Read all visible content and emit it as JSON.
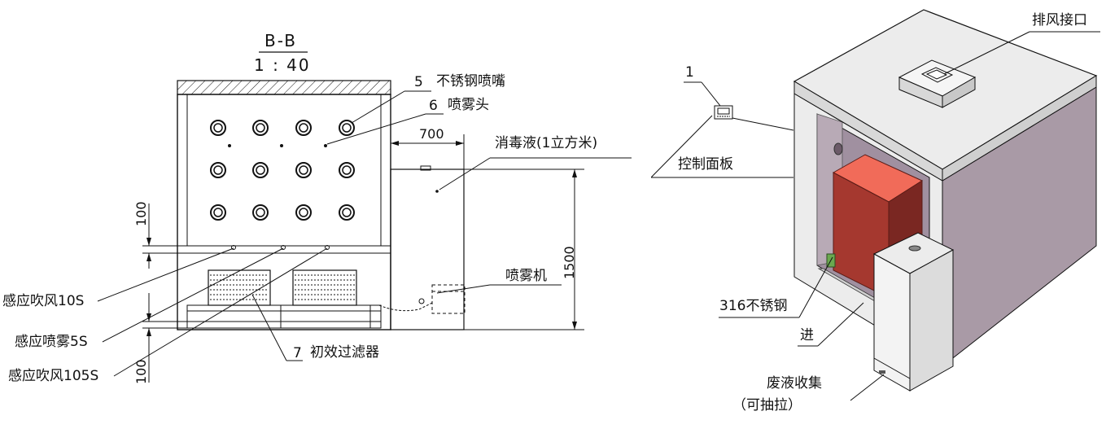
{
  "section": {
    "name": "B-B",
    "scale": "1 : 40"
  },
  "left_labels": {
    "item5": {
      "num": "5",
      "text": "不锈钢喷嘴"
    },
    "item6": {
      "num": "6",
      "text": "喷雾头"
    },
    "item7": {
      "num": "7",
      "text": "初效过滤器"
    },
    "dim_width": "700",
    "dim_height": "1500",
    "dim_100_top": "100",
    "dim_100_bottom": "100",
    "tank": "消毒液(1立方米)",
    "sprayer": "喷雾机",
    "sense_blow_10": "感应吹风10S",
    "sense_spray_5": "感应喷雾5S",
    "sense_blow_105": "感应吹风105S"
  },
  "right_labels": {
    "item1": "1",
    "control_panel": "控制面板",
    "exhaust": "排风接口",
    "ss316": "316不锈钢",
    "inlet": "进",
    "waste_line1": "废液收集",
    "waste_line2": "（可抽拉）"
  },
  "colors": {
    "line": "#111111",
    "box_face_light": "#ececec",
    "box_face_dark": "#a99aa6",
    "interior": "#a090a0",
    "red_block_front": "#a5382f",
    "red_block_top": "#f16b59",
    "red_block_side": "#7a2722"
  }
}
